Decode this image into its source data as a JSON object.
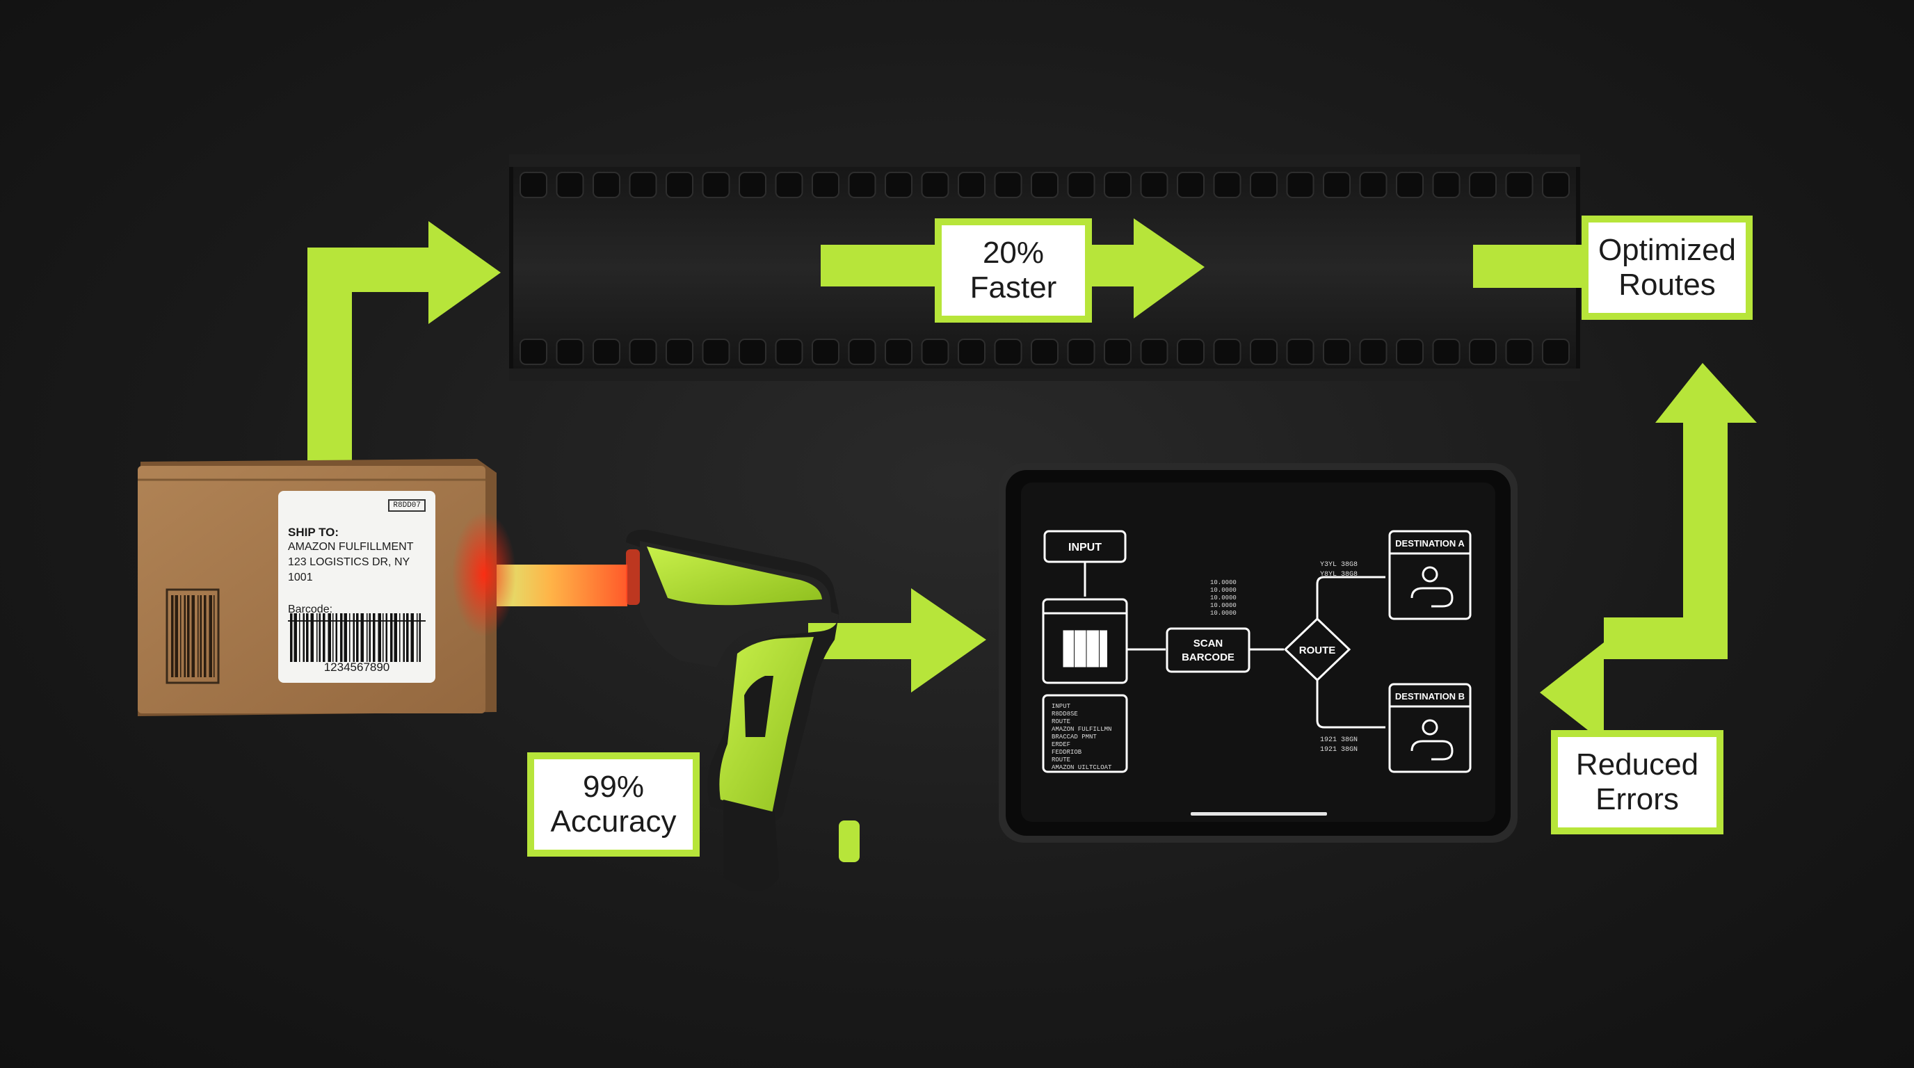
{
  "callouts": {
    "faster": {
      "line1": "20%",
      "line2": "Faster"
    },
    "routes": {
      "line1": "Optimized",
      "line2": "Routes"
    },
    "accuracy": {
      "line1": "99%",
      "line2": "Accuracy"
    },
    "errors": {
      "line1": "Reduced",
      "line2": "Errors"
    }
  },
  "shipping_label": {
    "tag": "R8DD07",
    "ship_to": "SHIP TO:",
    "address_line1": "AMAZON FULFILLMENT",
    "address_line2": "123 LOGISTICS DR, NY 1001",
    "barcode_label": "Barcode:",
    "barcode_number": "1234567890"
  },
  "tablet": {
    "input": "INPUT",
    "scan_line1": "SCAN",
    "scan_line2": "BARCODE",
    "route": "ROUTE",
    "destination_a": "DESTINATION A",
    "destination_b": "DESTINATION B",
    "log_lines": [
      "INPUT",
      "R8DD8SE",
      "ROUTE",
      "AMAZON FULFILLMN",
      "BRACCAD PMNT",
      "ERDEF",
      "FEDDRIOB",
      "ROUTE",
      "AMAZON UILTCLOAT"
    ],
    "data_lines": [
      "10.0000",
      "10.0000",
      "10.0000",
      "10.0000",
      "10.0000"
    ],
    "dest_a_lines": [
      "Y3YL 38G8",
      "Y8YL 38G8"
    ],
    "dest_b_lines": [
      "1921 38GN",
      "1921 38GN"
    ]
  },
  "colors": {
    "accent": "#b7e53a",
    "background": "#1a1a1a",
    "laser": "#ff3b1f"
  }
}
